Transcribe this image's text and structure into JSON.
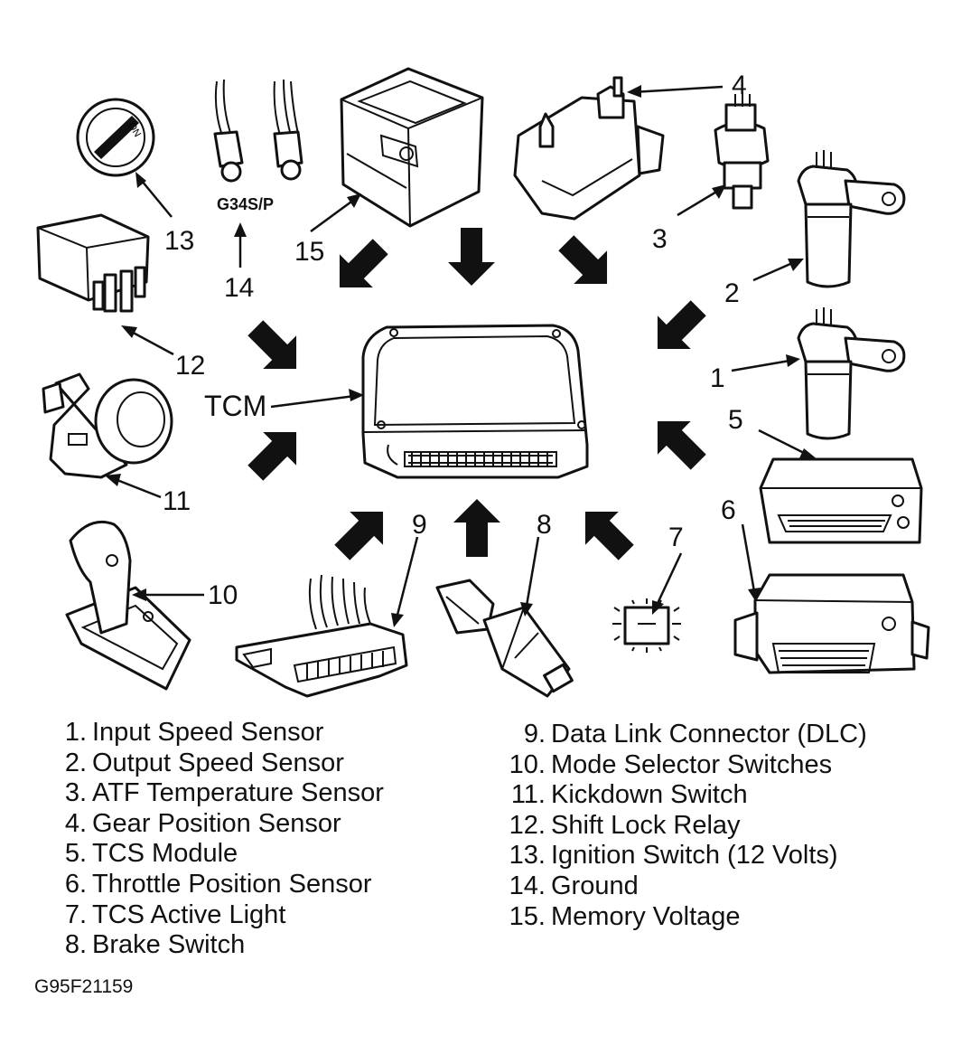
{
  "diagram": {
    "center_label": "TCM",
    "ground_label": "G34S/P",
    "ignition_label": "ON",
    "callouts": [
      "1",
      "2",
      "3",
      "4",
      "5",
      "6",
      "7",
      "8",
      "9",
      "10",
      "11",
      "12",
      "13",
      "14",
      "15"
    ]
  },
  "legend_left": [
    {
      "num": "1.",
      "text": "Input Speed Sensor"
    },
    {
      "num": "2.",
      "text": "Output Speed Sensor"
    },
    {
      "num": "3.",
      "text": "ATF Temperature Sensor"
    },
    {
      "num": "4.",
      "text": "Gear Position Sensor"
    },
    {
      "num": "5.",
      "text": "TCS Module"
    },
    {
      "num": "6.",
      "text": "Throttle Position Sensor"
    },
    {
      "num": "7.",
      "text": "TCS Active Light"
    },
    {
      "num": "8.",
      "text": "Brake Switch"
    }
  ],
  "legend_right": [
    {
      "num": "9.",
      "text": "Data Link Connector (DLC)"
    },
    {
      "num": "10.",
      "text": "Mode Selector Switches"
    },
    {
      "num": "11.",
      "text": "Kickdown Switch"
    },
    {
      "num": "12.",
      "text": "Shift Lock Relay"
    },
    {
      "num": "13.",
      "text": "Ignition Switch (12 Volts)"
    },
    {
      "num": "14.",
      "text": "Ground"
    },
    {
      "num": "15.",
      "text": "Memory Voltage"
    }
  ],
  "figure_id": "G95F21159"
}
